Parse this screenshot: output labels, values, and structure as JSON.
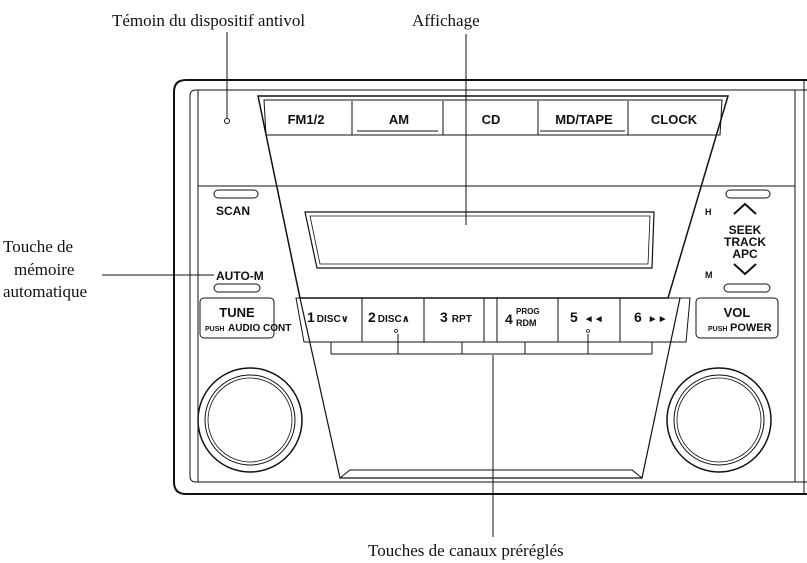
{
  "callouts": {
    "antitheft": "Témoin du dispositif antivol",
    "display": "Affichage",
    "automem_line1": "Touche de",
    "automem_line2": "mémoire",
    "automem_line3": "automatique",
    "presets": "Touches de canaux préréglés"
  },
  "top_buttons": [
    "FM1/2",
    "AM",
    "CD",
    "MD/TAPE",
    "CLOCK"
  ],
  "left_controls": {
    "scan": "SCAN",
    "auto_m": "AUTO-M",
    "tune": "TUNE",
    "tune_sub_push": "PUSH",
    "tune_sub": "AUDIO CONT"
  },
  "right_controls": {
    "h": "H",
    "seek": "SEEK",
    "track": "TRACK",
    "apc": "APC",
    "m": "M",
    "vol": "VOL",
    "vol_sub_push": "PUSH",
    "vol_sub": "POWER"
  },
  "presets": [
    {
      "num": "1",
      "label": "DISC∨"
    },
    {
      "num": "2",
      "label": "DISC∧"
    },
    {
      "num": "3",
      "label": "RPT"
    },
    {
      "num": "4",
      "label": "PROG",
      "label2": "RDM"
    },
    {
      "num": "5",
      "label": "◄◄"
    },
    {
      "num": "6",
      "label": "►►"
    }
  ]
}
